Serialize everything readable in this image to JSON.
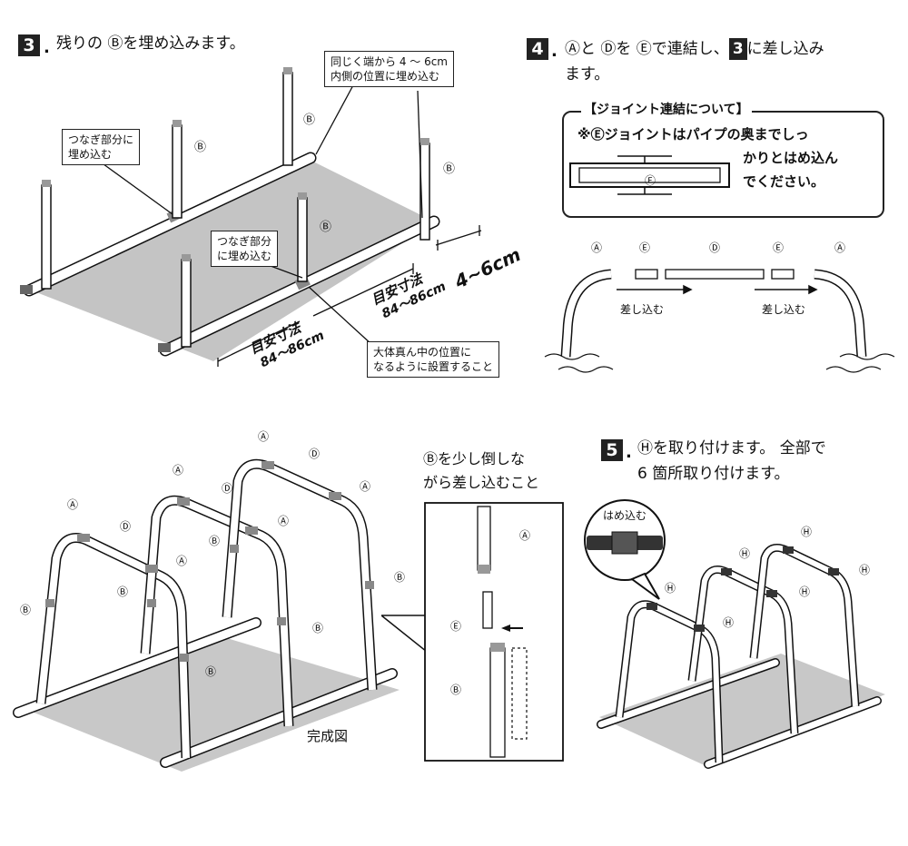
{
  "step3": {
    "num": "3",
    "text": "残りの Ⓑを埋め込みます。",
    "callout_ends": [
      "同じく端から 4 〜 6cm",
      "内側の位置に埋め込む"
    ],
    "callout_joint_left": [
      "つなぎ部分に",
      "埋め込む"
    ],
    "callout_joint_mid": [
      "つなぎ部分",
      "に埋め込む"
    ],
    "callout_center": [
      "大体真ん中の位置に",
      "なるように設置すること"
    ],
    "dim_left": [
      "目安寸法",
      "84〜86cm"
    ],
    "dim_right": [
      "目安寸法",
      "84〜86cm"
    ],
    "dim_end": "4~6cm",
    "label_b": "Ⓑ"
  },
  "step4": {
    "num": "4",
    "text_line1": "Ⓐと Ⓓを Ⓔで連結し、",
    "text_num": "3",
    "text_line1b": "に差し込み",
    "text_line2": "ます。",
    "joint_title": "【ジョイント連結について】",
    "joint_note_line1": "※Ⓔジョイントはパイプの奥までしっ",
    "joint_note_line2": "かりとはめ込ん",
    "joint_note_line3": "でください。",
    "joint_e": "Ⓔ",
    "parts": [
      "Ⓐ",
      "Ⓔ",
      "Ⓓ",
      "Ⓔ",
      "Ⓐ"
    ],
    "insert_label": "差し込む"
  },
  "complete": {
    "caption": "完成図",
    "labels_a": "Ⓐ",
    "labels_b": "Ⓑ",
    "labels_d": "Ⓓ",
    "note_line1": "Ⓑを少し倒しな",
    "note_line2": "がら差し込むこと",
    "detail_a": "Ⓐ",
    "detail_e": "Ⓔ",
    "detail_b": "Ⓑ"
  },
  "step5": {
    "num": "5",
    "text_line1": "Ⓗを取り付けます。 全部で",
    "text_line2": "6 箇所取り付けます。",
    "bubble_label": "はめ込む",
    "label_h": "Ⓗ"
  },
  "colors": {
    "ink": "#111111",
    "shadow": "#bdbdbd",
    "pipe": "#ffffff",
    "joint": "#9a9a9a"
  }
}
